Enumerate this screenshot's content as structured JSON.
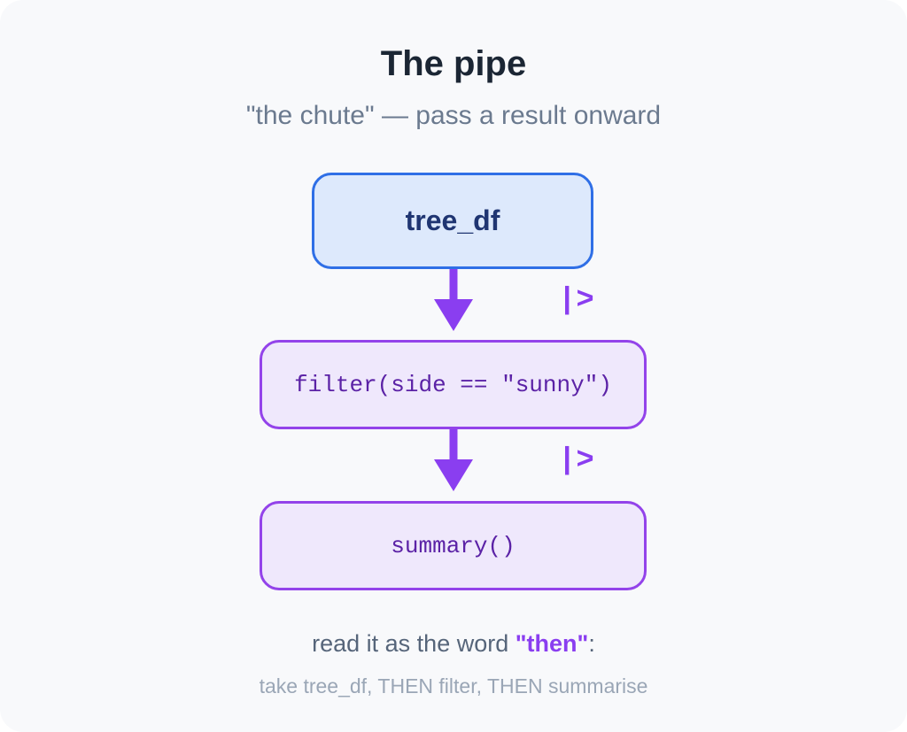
{
  "header": {
    "title": "The pipe",
    "subtitle": "\"the chute\" — pass a result onward"
  },
  "flow": {
    "start": "tree_df",
    "steps": [
      {
        "code": "filter(side == \"sunny\")"
      },
      {
        "code": "summary()"
      }
    ],
    "pipe_operator": "|>"
  },
  "footer": {
    "lead": "read it as the word ",
    "keyword": "\"then\"",
    "trail": ":",
    "explanation": "take tree_df, THEN filter, THEN summarise"
  },
  "colors": {
    "accent": "#8a3ef0",
    "start_fill": "#dde9fc",
    "start_border": "#2f6fe6",
    "step_fill": "#efe8fc",
    "step_border": "#9343ea"
  }
}
